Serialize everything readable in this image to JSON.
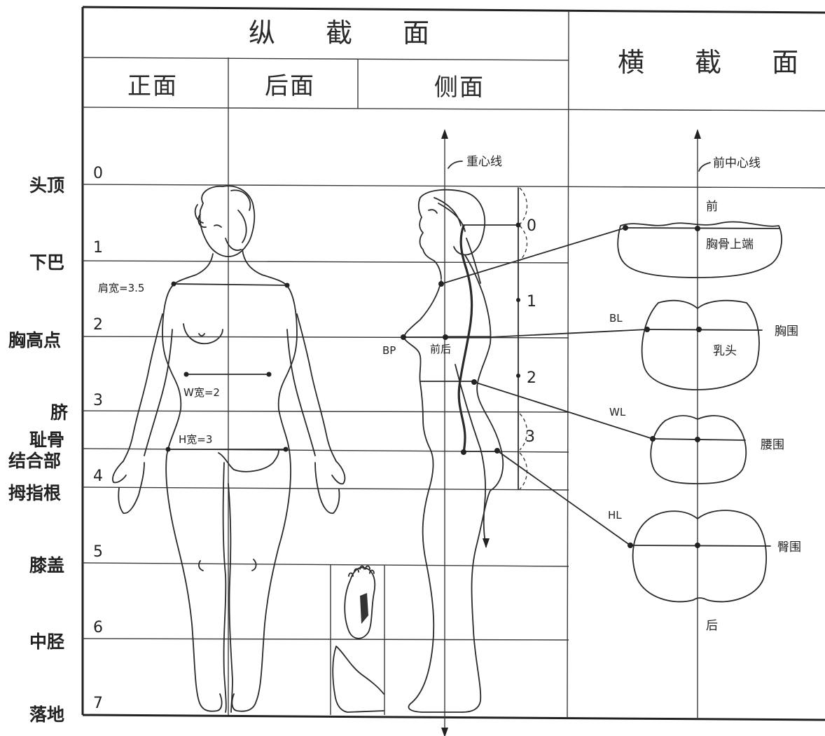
{
  "headers": {
    "longitudinal": "纵 截 面",
    "front": "正面",
    "back": "后面",
    "side": "侧面",
    "transverse": "横 截 面"
  },
  "levels": [
    {
      "num": "0",
      "label": "头顶"
    },
    {
      "num": "1",
      "label": "下巴"
    },
    {
      "num": "2",
      "label": "胸高点"
    },
    {
      "num": "3",
      "label": "脐"
    },
    {
      "num": "",
      "label": "耻骨"
    },
    {
      "num": "",
      "label": "结合部"
    },
    {
      "num": "4",
      "label": "拇指根"
    },
    {
      "num": "5",
      "label": "膝盖"
    },
    {
      "num": "6",
      "label": "中胫"
    },
    {
      "num": "7",
      "label": "落地"
    }
  ],
  "front_annotations": {
    "shoulder_width": "肩宽=3.5",
    "waist_width": "W宽=2",
    "hip_width": "H宽=3"
  },
  "side_annotations": {
    "gravity_line": "重心线",
    "bp": "BP",
    "front_back": "前后",
    "head_marks": [
      "0",
      "1",
      "2",
      "3"
    ]
  },
  "cross_sections": {
    "center_line": "前中心线",
    "front": "前",
    "back": "后",
    "sections": [
      {
        "line": "",
        "name": "胸骨上端"
      },
      {
        "line": "BL",
        "name": "胸围",
        "inner": "乳头"
      },
      {
        "line": "WL",
        "name": "腰围"
      },
      {
        "line": "HL",
        "name": "臀围"
      }
    ]
  }
}
